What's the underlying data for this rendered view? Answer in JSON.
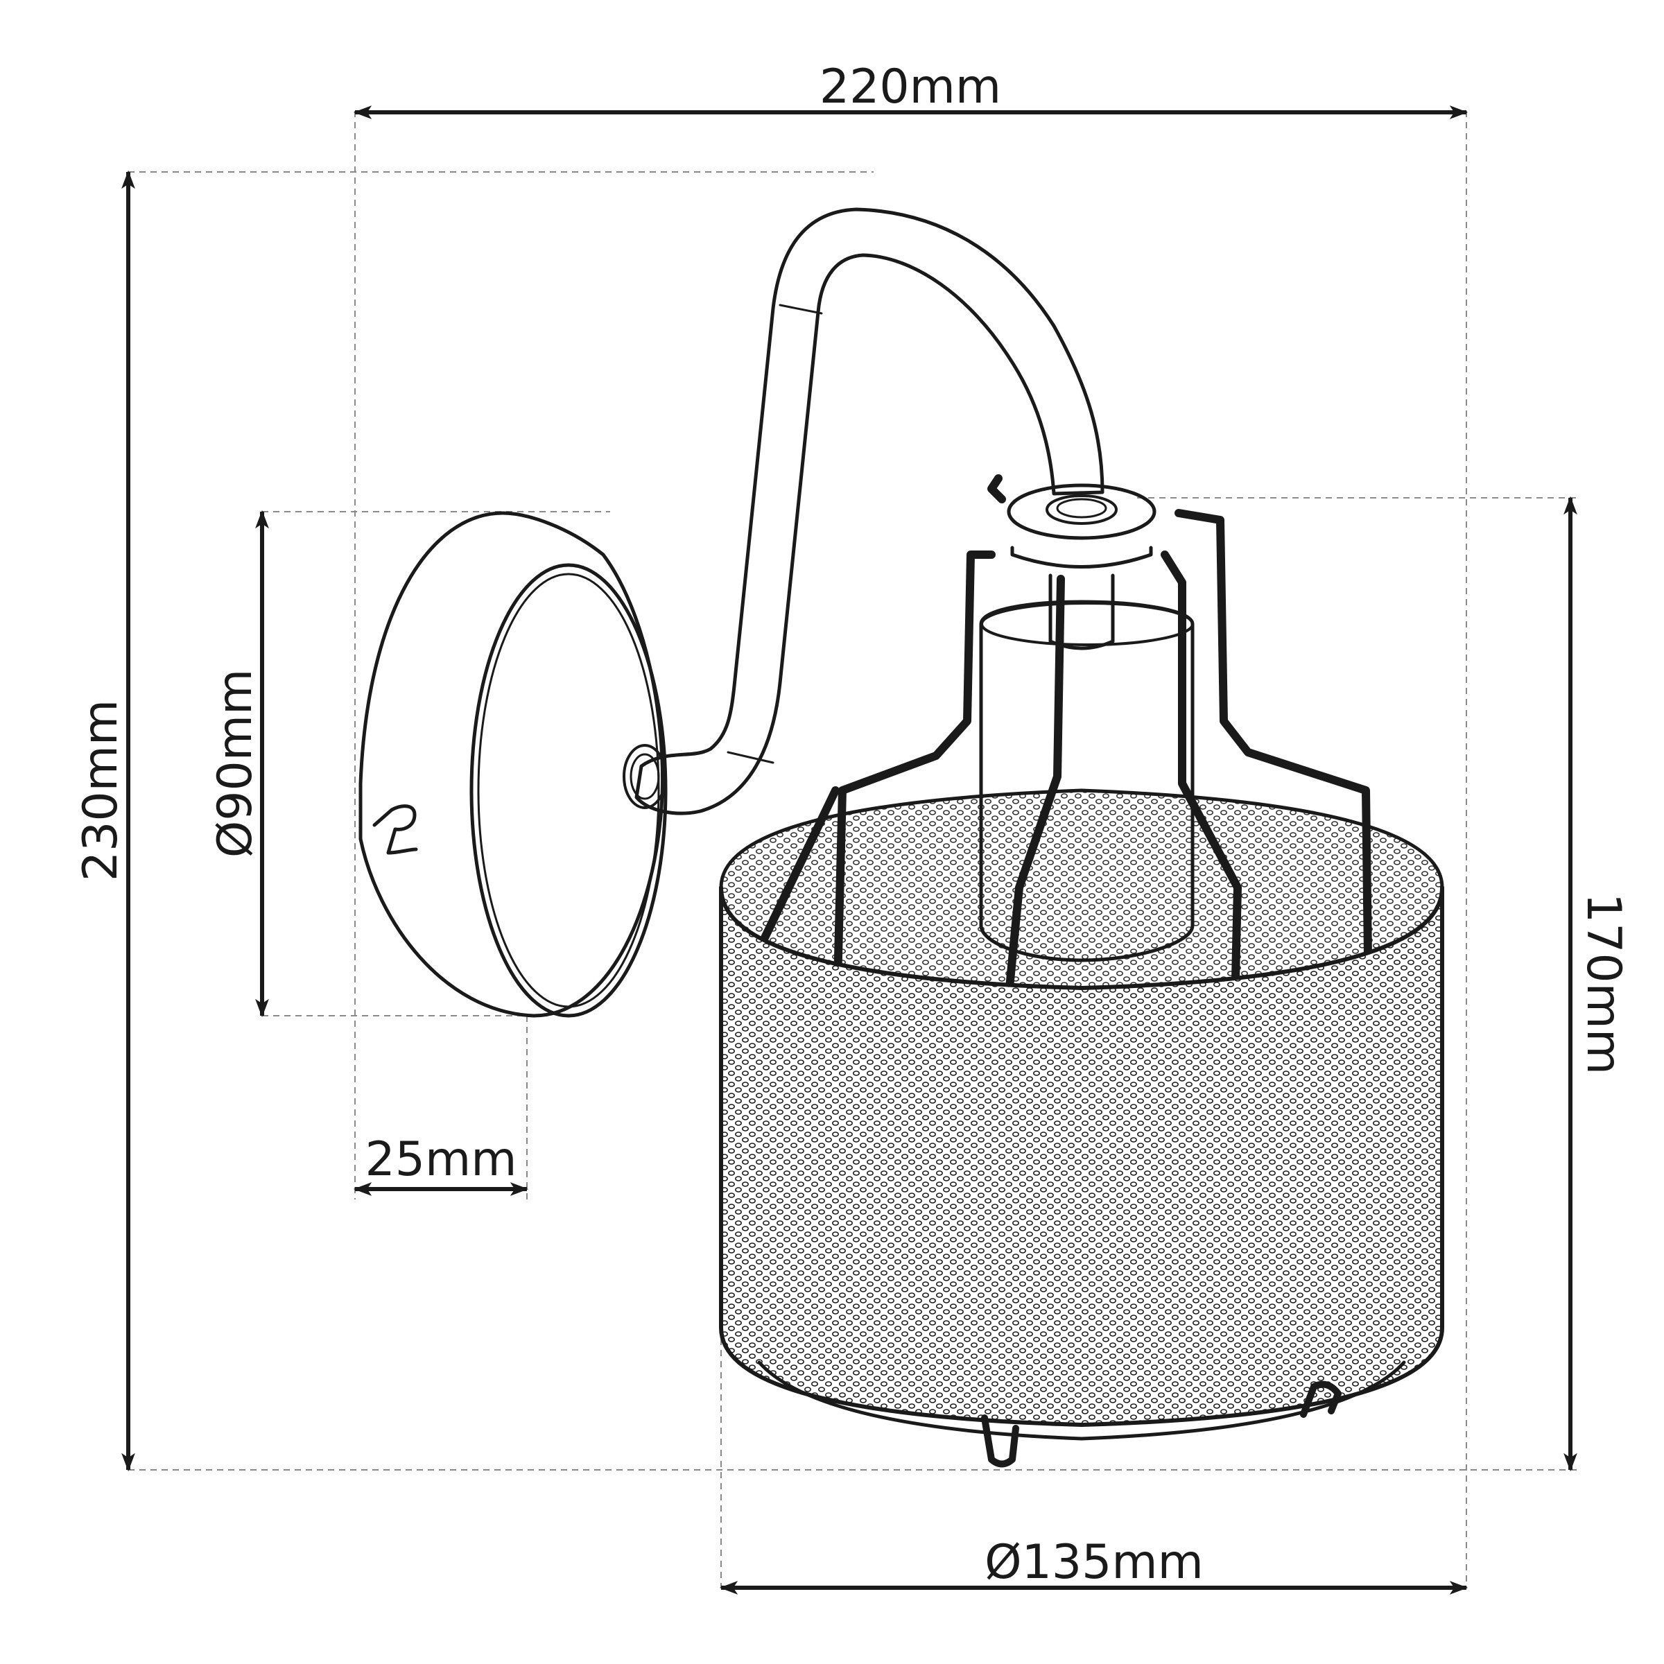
{
  "dimensions": {
    "width": "220mm",
    "height": "230mm",
    "lower_height": "170mm",
    "base_diameter": "Ø90mm",
    "base_depth": "25mm",
    "shade_diameter": "Ø135mm"
  },
  "colors": {
    "ink": "#1a1a1a",
    "extension": "#8a8a8a",
    "background": "#ffffff"
  }
}
